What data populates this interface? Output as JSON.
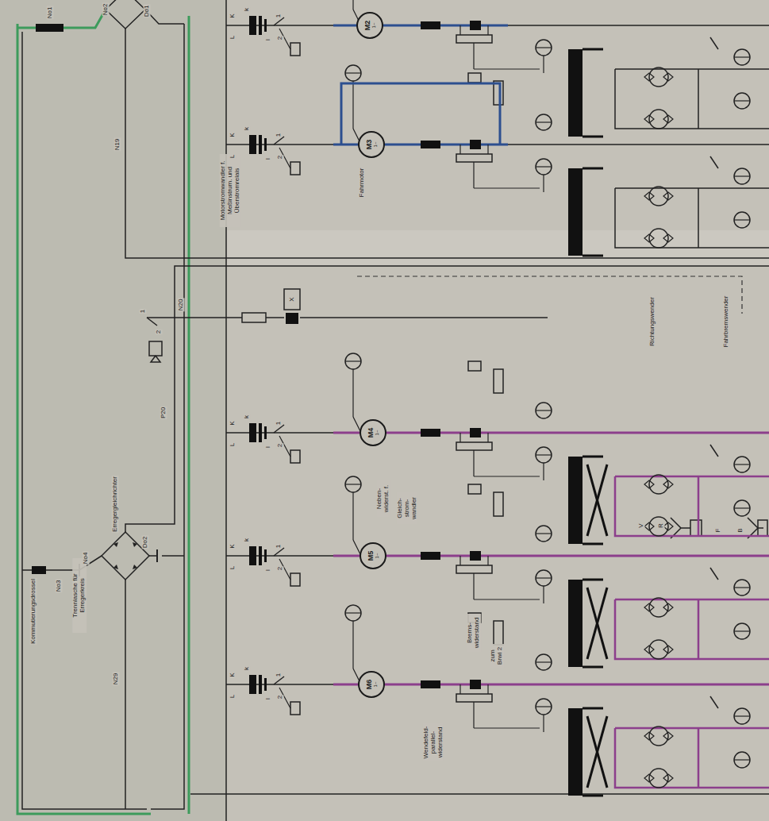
{
  "diagram": {
    "nodes": [
      {
        "text": [
          "M2",
          "1~"
        ]
      },
      {
        "text": [
          "M3",
          "1~"
        ]
      },
      {
        "text": [
          "M4",
          "1~"
        ]
      },
      {
        "text": [
          "M5",
          "1~"
        ]
      },
      {
        "text": [
          "M6",
          "1~"
        ]
      }
    ],
    "labels": [
      "No1",
      "No2",
      "Do1",
      "N19",
      "Kommutierungsdrossel",
      "No3",
      "Trennlasche für Erregerkreis",
      "No4",
      "Erregergleichrichter",
      "Do2",
      "P20",
      "N20",
      "N29",
      "Motorstromwandler f. Meßinstrum. und Überstromrelais",
      "Fahrmotor",
      "Neben- widerst. f.",
      "Gleich- strom- wandler",
      "Brems- widerstand",
      "zum Brwi 2",
      "Wendefeld- parallel- widerstand",
      "Richtungswender",
      "V",
      "R",
      "Fahrbremswender",
      "F",
      "B",
      "X",
      "K",
      "k",
      "L",
      "l",
      "1",
      "2",
      "K",
      "k",
      "L",
      "l",
      "1",
      "2",
      "K",
      "k",
      "L",
      "l",
      "1",
      "2",
      "K",
      "k",
      "L",
      "l",
      "1",
      "2",
      "K",
      "k",
      "L",
      "l",
      "1",
      "2",
      "1",
      "2"
    ]
  }
}
